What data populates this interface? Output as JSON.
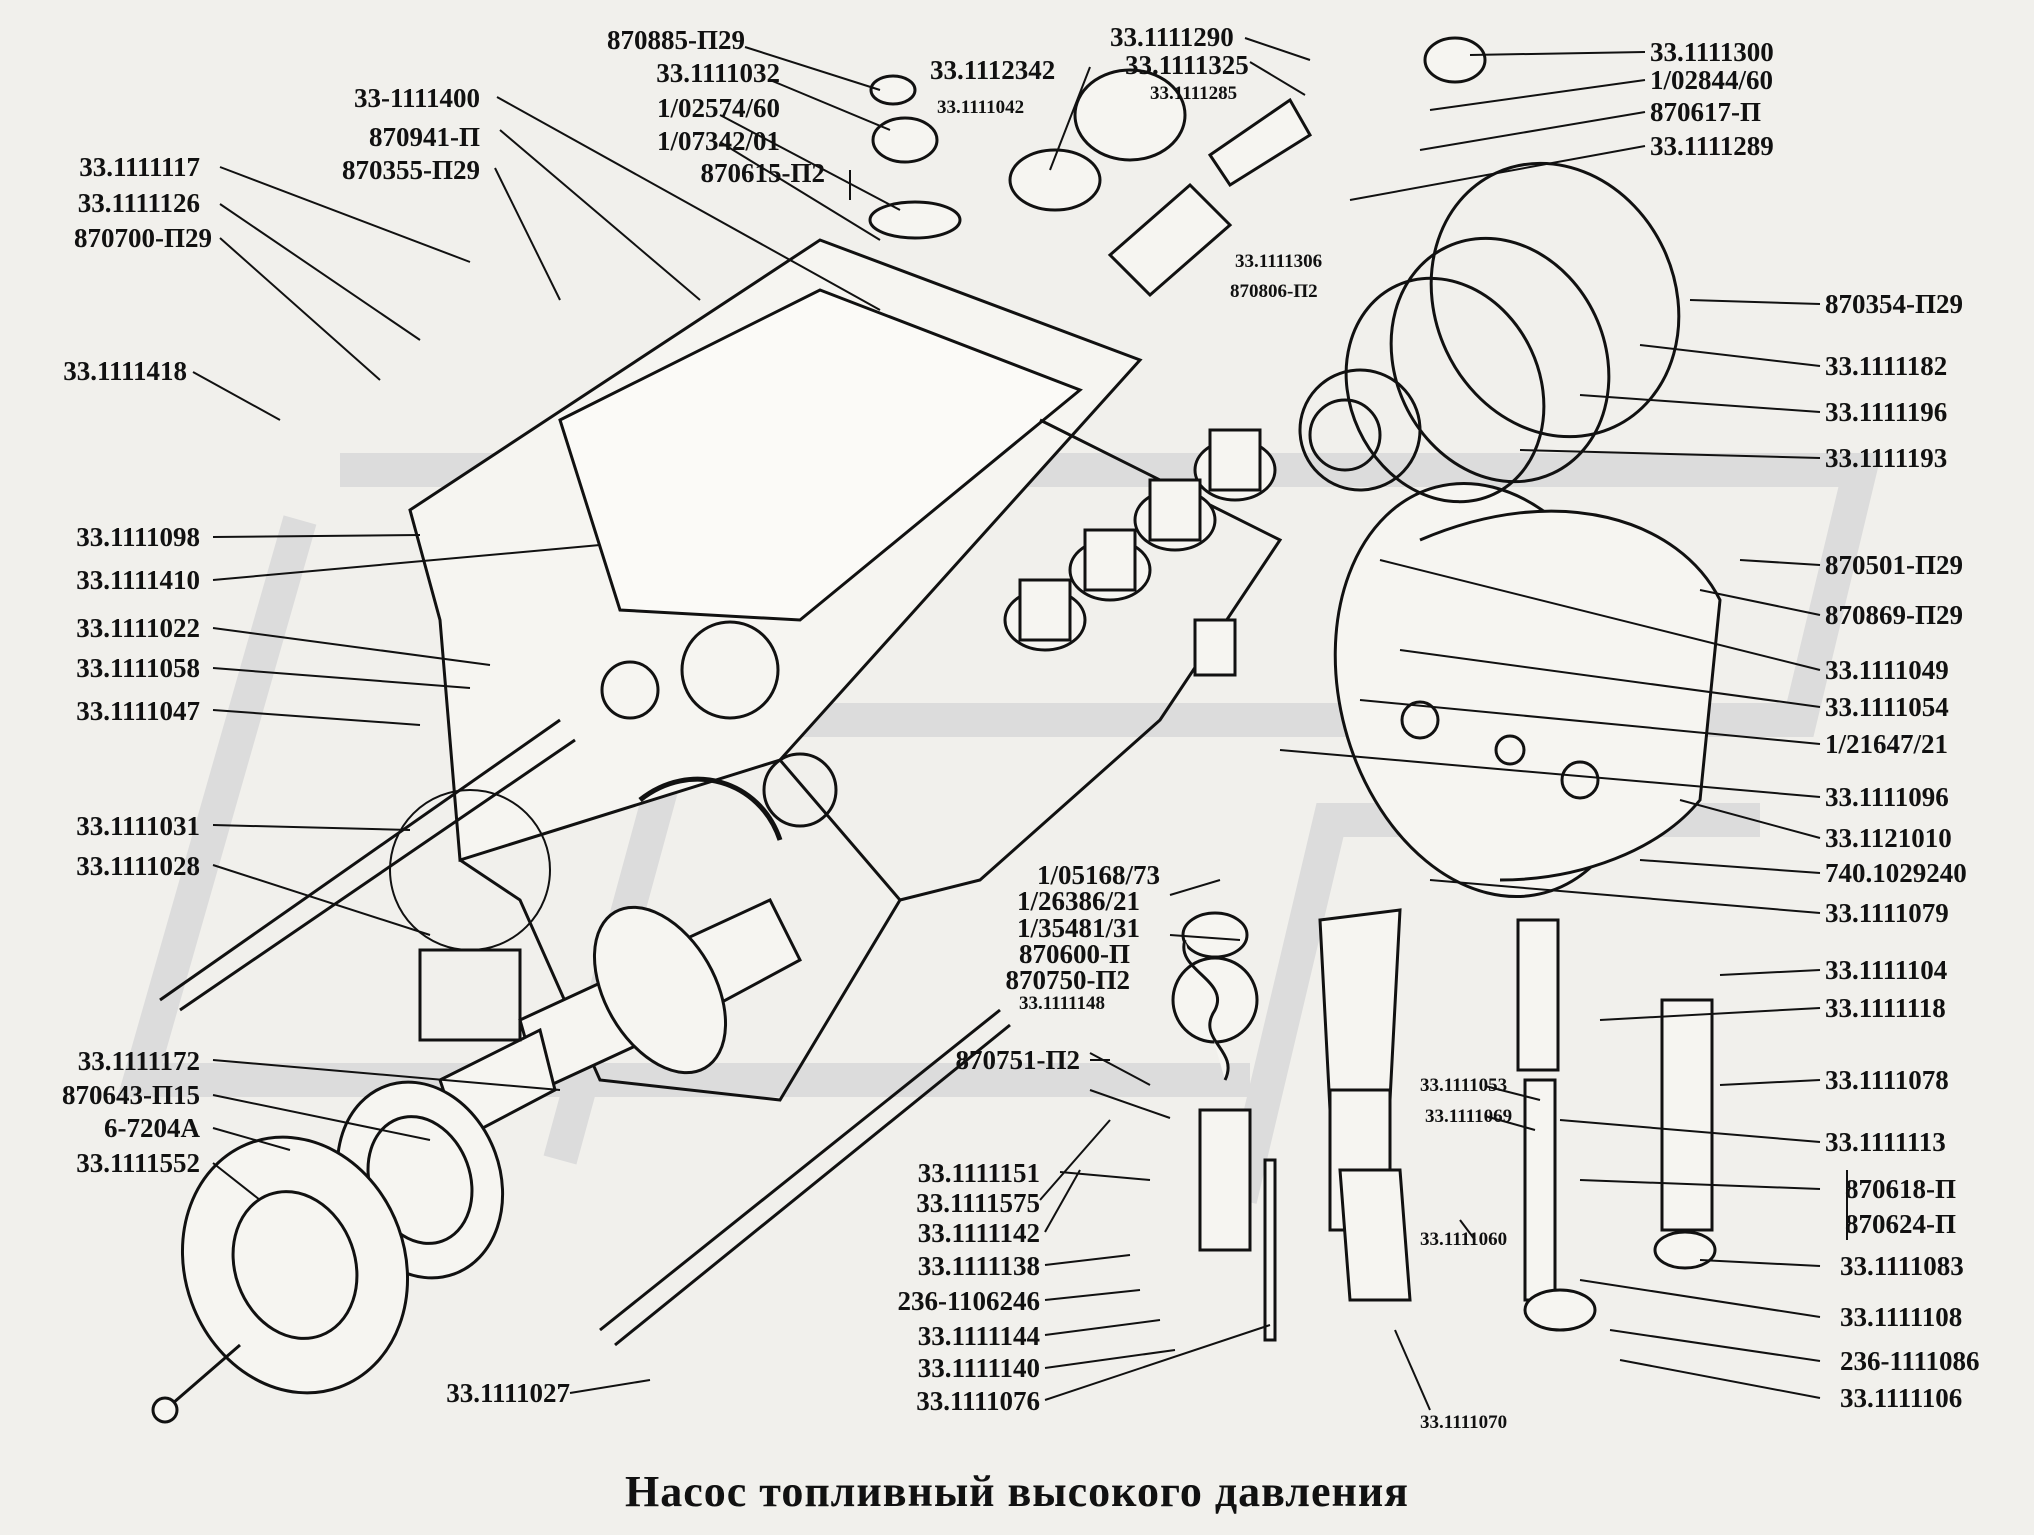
{
  "title": "Насос топливный высокого давления",
  "colors": {
    "background": "#f1f0ec",
    "ink": "#111111",
    "watermark": "#d9d9d9"
  },
  "labels": {
    "l1": "870885-П29",
    "l2": "33.1111032",
    "l3": "33.1112342",
    "l4": "33.1111290",
    "l5": "33.1111325",
    "l6": "33.1111285",
    "l7": "33.1111042",
    "l8": "1/02574/60",
    "l9": "1/07342/01",
    "l10": "870615-П2",
    "l11": "33-1111400",
    "l12": "870941-П",
    "l13": "870355-П29",
    "l14": "33.1111117",
    "l15": "33.1111126",
    "l16": "870700-П29",
    "l17": "33.1111418",
    "l18": "33.1111098",
    "l19": "33.1111410",
    "l20": "33.1111022",
    "l21": "33.1111058",
    "l22": "33.1111047",
    "l23": "33.1111031",
    "l24": "33.1111028",
    "l25": "33.1111172",
    "l26": "870643-П15",
    "l27": "6-7204А",
    "l28": "33.1111552",
    "l29": "33.1111027",
    "l30": "33.1111300",
    "l31": "1/02844/60",
    "l32": "870617-П",
    "l33": "33.1111289",
    "l34": "33.1111306",
    "l35": "870806-П2",
    "l36": "870354-П29",
    "l37": "33.1111182",
    "l38": "33.1111196",
    "l39": "33.1111193",
    "l40": "870501-П29",
    "l41": "870869-П29",
    "l42": "33.1111049",
    "l43": "33.1111054",
    "l44": "1/21647/21",
    "l45": "33.1111096",
    "l46": "33.1121010",
    "l47": "740.1029240",
    "l48": "33.1111079",
    "l49": "33.1111104",
    "l50": "33.1111118",
    "l51": "33.1111078",
    "l52": "33.1111113",
    "l53": "870618-П",
    "l54": "870624-П",
    "l55": "33.1111083",
    "l56": "33.1111108",
    "l57": "236-1111086",
    "l58": "33.1111106",
    "l59": "1/05168/73",
    "l60": "1/26386/21",
    "l61": "1/35481/31",
    "l62": "870600-П",
    "l63": "870750-П2",
    "l64": "33.1111148",
    "l65": "870751-П2",
    "l66": "33.1111151",
    "l67": "33.1111575",
    "l68": "33.1111142",
    "l69": "33.1111138",
    "l70": "236-1106246",
    "l71": "33.1111144",
    "l72": "33.1111140",
    "l73": "33.1111076",
    "l74": "33.1111053",
    "l75": "33.1111069",
    "l76": "33.1111060",
    "l77": "33.1111070"
  }
}
